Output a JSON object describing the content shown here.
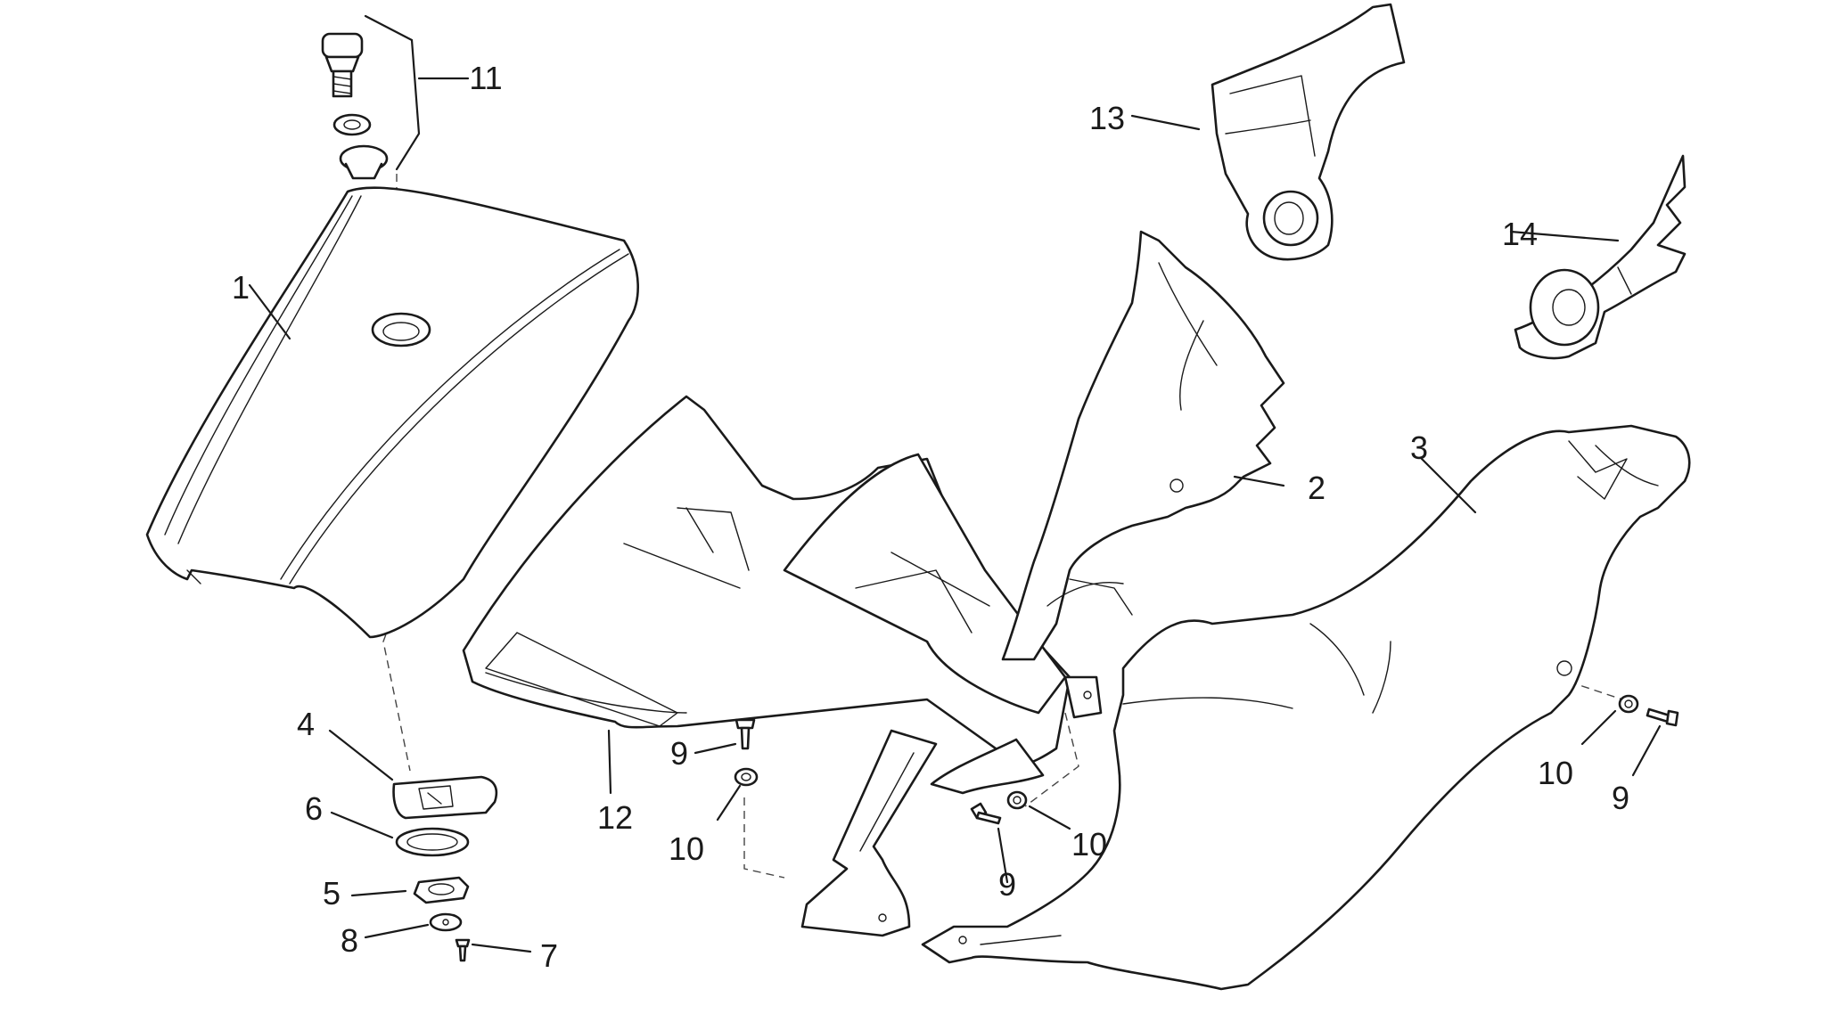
{
  "callouts": {
    "c1": "1",
    "c2": "2",
    "c3": "3",
    "c4": "4",
    "c5": "5",
    "c6": "6",
    "c7": "7",
    "c8": "8",
    "c9a": "9",
    "c9b": "9",
    "c9c": "9",
    "c10a": "10",
    "c10b": "10",
    "c10c": "10",
    "c11": "11",
    "c12": "12",
    "c13": "13",
    "c14": "14"
  },
  "colors": {
    "line": "#1a1a1a",
    "background": "#ffffff"
  }
}
